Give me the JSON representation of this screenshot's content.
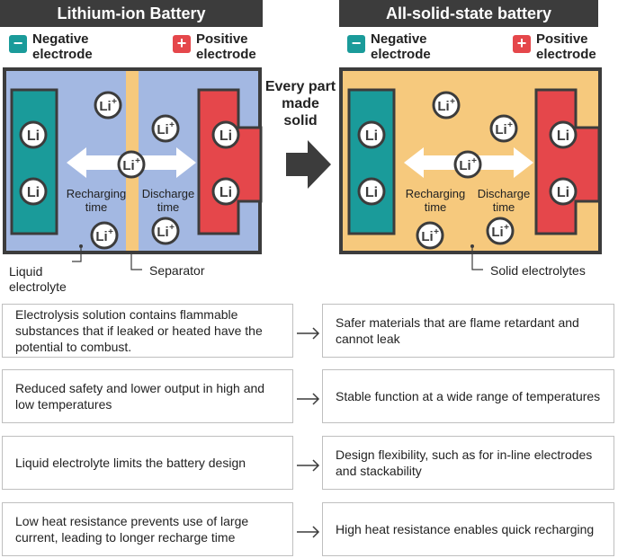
{
  "left": {
    "title": "Lithium-ion Battery",
    "negative_label": "Negative\nelectrode",
    "positive_label": "Positive\nelectrode",
    "charge_label": "Recharging\ntime",
    "discharge_label": "Discharge\ntime",
    "liquid_label": "Liquid\nelectrolyte",
    "separator_label": "Separator"
  },
  "right": {
    "title": "All-solid-state battery",
    "negative_label": "Negative\nelectrode",
    "positive_label": "Positive\nelectrode",
    "charge_label": "Recharging\ntime",
    "discharge_label": "Discharge\ntime",
    "solid_label": "Solid electrolytes"
  },
  "center": {
    "every_part": "Every part\nmade\nsolid"
  },
  "ions": {
    "li": "Li",
    "li_plus": "Li",
    "plus": "+"
  },
  "signs": {
    "minus": "−",
    "plus": "+"
  },
  "colors": {
    "negative": "#1a9b9a",
    "positive": "#e5474b",
    "liquid_bg": "#a3b8e2",
    "solid_bg": "#f6c97d",
    "separator": "#f6c97d",
    "dark": "#3c3c3c"
  },
  "comparisons": [
    {
      "problem": "Electrolysis solution contains flammable substances that if leaked or heated have the potential to combust.",
      "solution": "Safer materials that are flame retardant and cannot leak"
    },
    {
      "problem": "Reduced safety and lower output in high and low temperatures",
      "solution": "Stable function at a wide range of temperatures"
    },
    {
      "problem": "Liquid electrolyte limits the battery design",
      "solution": "Design flexibility, such as for in-line electrodes and stackability"
    },
    {
      "problem": "Low heat resistance prevents use of large current, leading to longer recharge time",
      "solution": "High heat resistance enables quick recharging"
    }
  ]
}
